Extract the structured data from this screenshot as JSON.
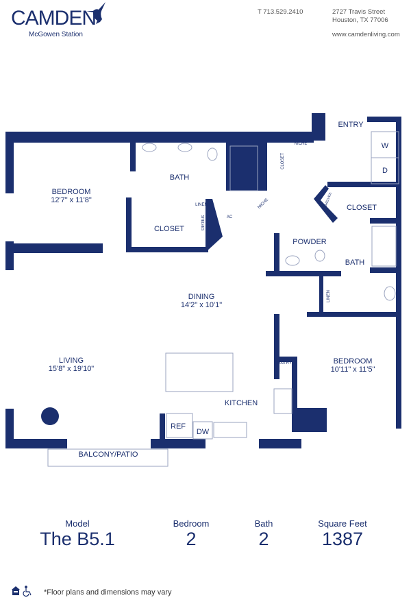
{
  "header": {
    "brand": "CAMDEN",
    "community": "McGowen Station",
    "phone": "T 713.529.2410",
    "address_line1": "2727 Travis Street",
    "address_line2": "Houston, TX 77006",
    "website": "www.camdenliving.com",
    "logo_icon": "hummingbird-icon"
  },
  "floorplan": {
    "wall_color": "#1b2f6e",
    "rooms": {
      "bedroom1": {
        "name": "BEDROOM",
        "dims": "12'7\" x 11'8\""
      },
      "bath1": "BATH",
      "closet1": "CLOSET",
      "linen1": "LINEN",
      "shelves1": "SHELVES",
      "ac": "AC",
      "niche1": "NICHE",
      "niche2": "NICHE",
      "closet2": "CLOSET",
      "entry": "ENTRY",
      "washer": "W",
      "dryer": "D",
      "closet3": "CLOSET",
      "shelves2": "SHELVES",
      "powder": "POWDER",
      "bath2": "BATH",
      "linen2": "LINEN",
      "dining": {
        "name": "DINING",
        "dims": "14'2\" x 10'1\""
      },
      "living": {
        "name": "LIVING",
        "dims": "15'8\" x 19'10\""
      },
      "pantry": "PANTRY",
      "kitchen": "KITCHEN",
      "ref": "REF",
      "dw": "DW",
      "bedroom2": {
        "name": "BEDROOM",
        "dims": "10'11\" x 11'5\""
      },
      "balcony": "BALCONY/PATIO"
    }
  },
  "stats": [
    {
      "label": "Model",
      "value": "The B5.1"
    },
    {
      "label": "Bedroom",
      "value": "2"
    },
    {
      "label": "Bath",
      "value": "2"
    },
    {
      "label": "Square Feet",
      "value": "1387"
    }
  ],
  "footer": {
    "disclaimer": "*Floor plans and dimensions may vary",
    "icons": [
      "equal-housing-icon",
      "wheelchair-accessible-icon"
    ]
  }
}
